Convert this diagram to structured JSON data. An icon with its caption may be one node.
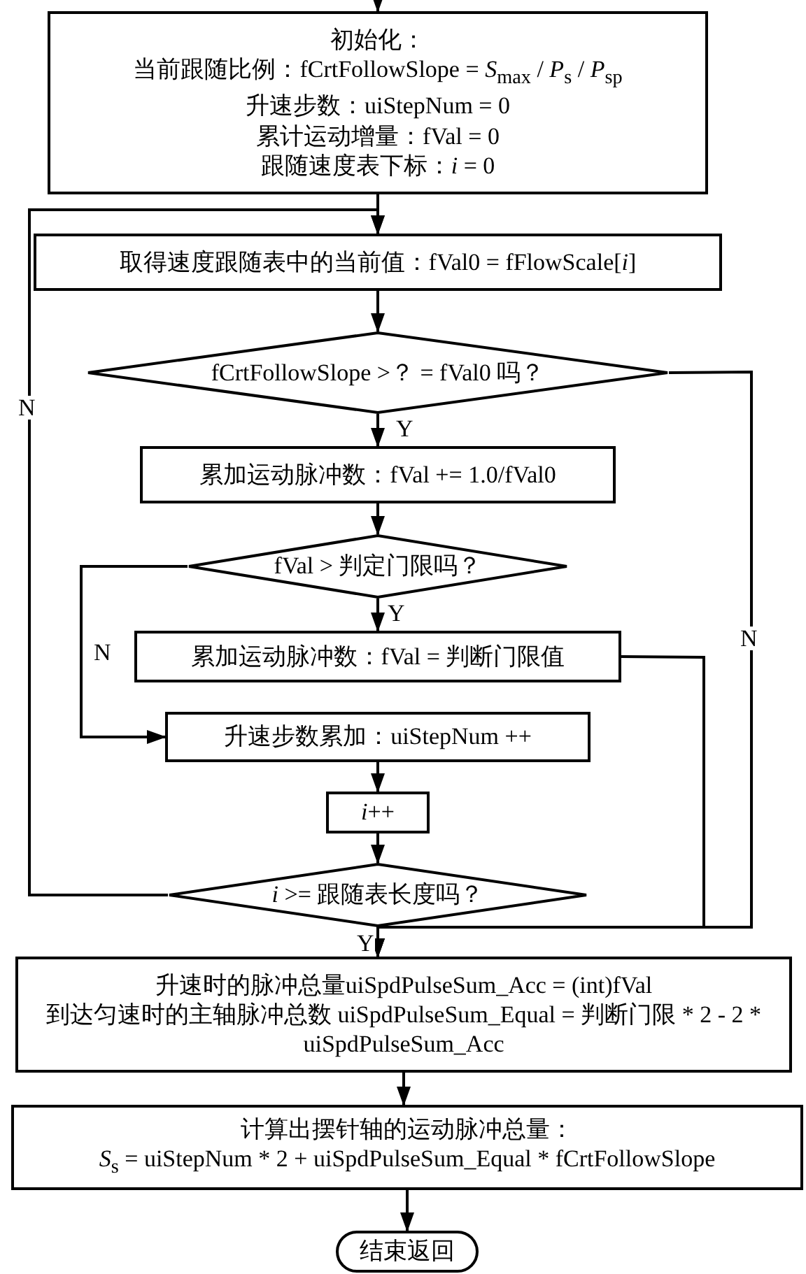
{
  "diagram": {
    "nodes": [
      {
        "text": [
          "初始化：",
          "当前跟随比例：fCrtFollowSlope = *S*$_{max}$ / *P*$_{s}$ / *P*$_{sp}$",
          "升速步数：uiStepNum = 0",
          "累计运动增量：fVal = 0",
          "跟随速度表下标：*i* = 0"
        ]
      },
      {
        "text": [
          "取得速度跟随表中的当前值：fVal0 = fFlowScale[*i*]"
        ]
      },
      {
        "text": [
          "fCrtFollowSlope >？ = fVal0 吗？"
        ]
      },
      {
        "text": [
          "累加运动脉冲数：fVal += 1.0/fVal0"
        ]
      },
      {
        "text": [
          "fVal > 判定门限吗？"
        ]
      },
      {
        "text": [
          "累加运动脉冲数：fVal = 判断门限值"
        ]
      },
      {
        "text": [
          "升速步数累加：uiStepNum ++"
        ]
      },
      {
        "text": [
          "*i*++"
        ]
      },
      {
        "text": [
          "*i* >= 跟随表长度吗？"
        ]
      },
      {
        "text": [
          "升速时的脉冲总量uiSpdPulseSum_Acc = (int)fVal",
          "到达匀速时的主轴脉冲总数 uiSpdPulseSum_Equal = 判断门限 * 2 -   2 * uiSpdPulseSum_Acc"
        ]
      },
      {
        "text": [
          "计算出摆针轴的运动脉冲总量：",
          "*S*$_{s}$ = uiStepNum * 2 + uiSpdPulseSum_Equal * fCrtFollowSlope"
        ]
      },
      {
        "text": [
          "结束返回"
        ]
      }
    ],
    "edges": [
      {
        "from": null,
        "to": 0,
        "arrow": "to"
      },
      {
        "from": 0,
        "to": 1,
        "arrow": "to"
      },
      {
        "from": 8,
        "to": 1,
        "arrow": "to",
        "label": "N"
      },
      {
        "from": 1,
        "to": 2,
        "arrow": "to"
      },
      {
        "from": 2,
        "to": 3,
        "arrow": "to",
        "label": "Y"
      },
      {
        "from": 2,
        "to": 9,
        "arrow": "to",
        "label": "N"
      },
      {
        "from": 3,
        "to": 4,
        "arrow": "to"
      },
      {
        "from": 4,
        "to": 5,
        "arrow": "to",
        "label": "Y"
      },
      {
        "from": 4,
        "to": 6,
        "arrow": "to",
        "label": "N"
      },
      {
        "from": 5,
        "to": 9,
        "arrow": "to"
      },
      {
        "from": 6,
        "to": 7,
        "arrow": "to"
      },
      {
        "from": 7,
        "to": 8,
        "arrow": "to"
      },
      {
        "from": 8,
        "to": 9,
        "arrow": "to",
        "label": "Y"
      },
      {
        "from": 9,
        "to": 10,
        "arrow": "to"
      },
      {
        "from": 10,
        "to": 11,
        "arrow": "to"
      }
    ]
  }
}
